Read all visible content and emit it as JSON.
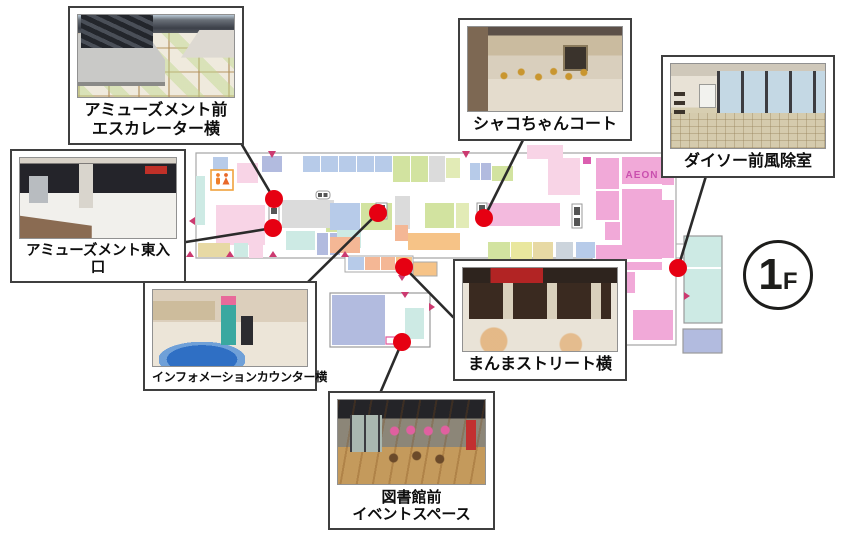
{
  "floor_badge": {
    "number": "1",
    "suffix": "F"
  },
  "map": {
    "aeon_label": "AEON",
    "locations": [
      {
        "id": "escalator",
        "label": "アミューズメント前\nエスカレーター横"
      },
      {
        "id": "amusement-east",
        "label": "アミューズメント東入口"
      },
      {
        "id": "shako-court",
        "label": "シャコちゃんコート"
      },
      {
        "id": "daiso",
        "label": "ダイソー前風除室"
      },
      {
        "id": "information",
        "label": "インフォメーションカウンター横"
      },
      {
        "id": "manma-street",
        "label": "まんまストリート横"
      },
      {
        "id": "library",
        "label": "図書館前\nイベントスペース"
      }
    ],
    "colors": {
      "camera_dot": "#e60012",
      "entrance_marker": "#cc3a70",
      "aeon_block": "#f1a9d8",
      "aeon_logo": "#c94fae",
      "outline": "#a8a8a8"
    }
  }
}
